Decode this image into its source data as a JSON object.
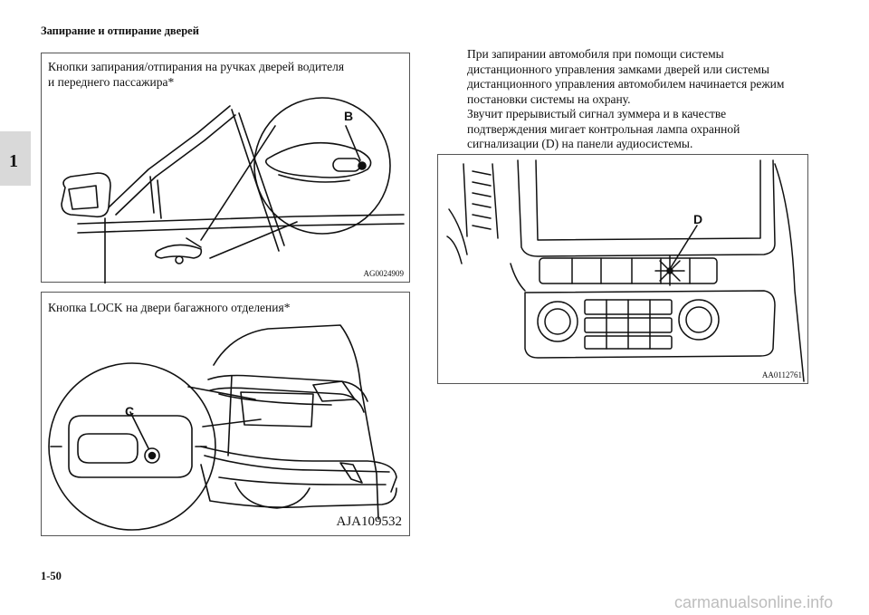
{
  "header": {
    "title": "Запирание и отпирание дверей"
  },
  "chapter": {
    "number": "1"
  },
  "page": {
    "number": "1-50"
  },
  "figures": {
    "door_handle": {
      "caption_line1": "Кнопки запирания/отпирания на ручках дверей водителя",
      "caption_line2": "и переднего пассажира*",
      "label": "B",
      "id": "AG0024909"
    },
    "tailgate": {
      "caption": "Кнопка LOCK на двери багажного отделения*",
      "label": "C",
      "id": "AJA109532"
    },
    "dashboard": {
      "label": "D",
      "id": "AA0112761"
    }
  },
  "body": {
    "lines": [
      "При запирании автомобиля при помощи системы",
      "дистанционного управления замками дверей или системы",
      "дистанционного управления автомобилем начинается режим",
      "постановки системы на охрану.",
      "Звучит прерывистый сигнал зуммера и в качестве",
      "подтверждения мигает контрольная лампа охранной",
      "сигнализации (D) на панели аудиосистемы."
    ]
  },
  "watermark": "carmanualsonline.info"
}
